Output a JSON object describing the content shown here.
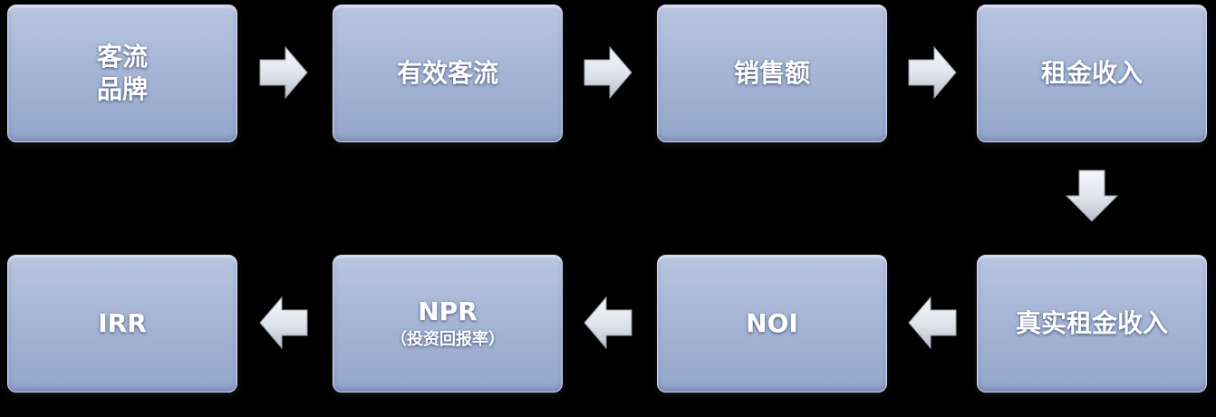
{
  "nodes": {
    "customer_flow_brand": {
      "line1": "客流",
      "line2": "品牌"
    },
    "effective_customer_flow": {
      "label": "有效客流"
    },
    "sales_volume": {
      "label": "销售额"
    },
    "rental_income": {
      "label": "租金收入"
    },
    "real_rental_income": {
      "label": "真实租金收入"
    },
    "noi": {
      "label": "NOI"
    },
    "npr": {
      "label": "NPR",
      "sublabel": "（投资回报率）"
    },
    "irr": {
      "label": "IRR"
    }
  },
  "colors": {
    "background": "#000000",
    "box_fill": "#a7b6d6",
    "text": "#ffffff",
    "arrow": "#e4e6ec"
  },
  "icons": {
    "arrow_right": "arrow-right-icon",
    "arrow_down": "arrow-down-icon",
    "arrow_left": "arrow-left-icon"
  }
}
